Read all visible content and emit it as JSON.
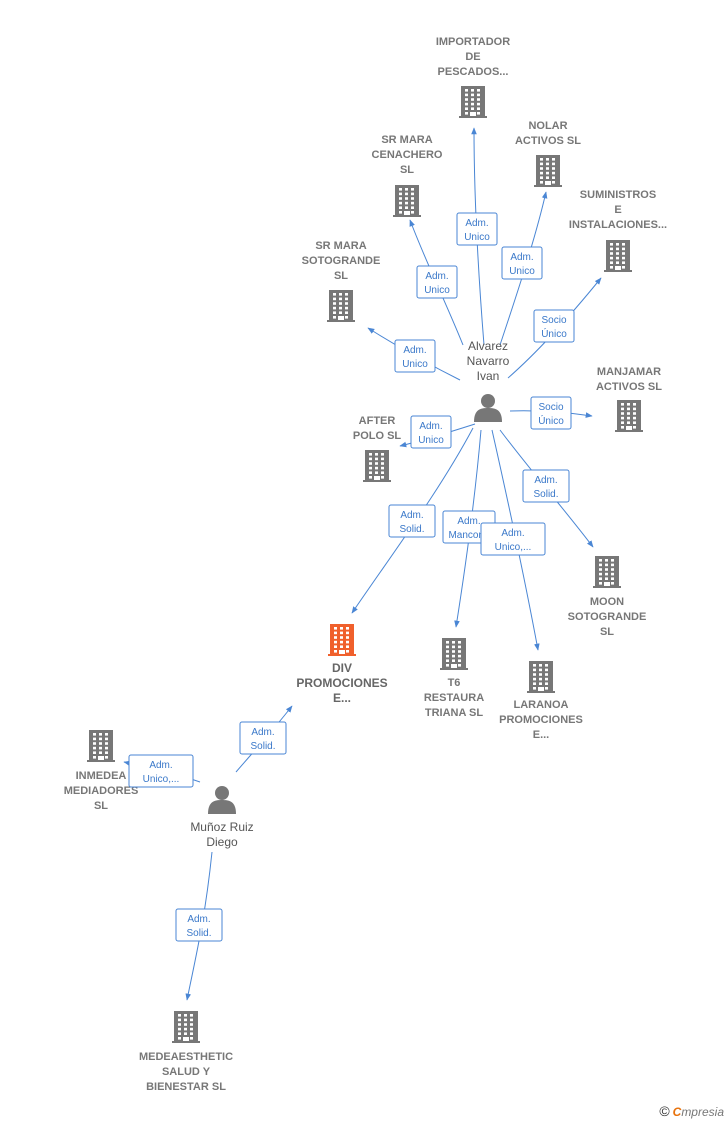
{
  "colors": {
    "building": "#777777",
    "focus_building": "#f0602c",
    "person": "#777777",
    "edge": "#4a86d4"
  },
  "nodes": [
    {
      "id": "importador",
      "kind": "company",
      "label": [
        "IMPORTADOR",
        "DE",
        "PESCADOS..."
      ]
    },
    {
      "id": "sr_cenachero",
      "kind": "company",
      "label": [
        "SR MARA",
        "CENACHERO",
        "SL"
      ]
    },
    {
      "id": "nolar",
      "kind": "company",
      "label": [
        "NOLAR",
        "ACTIVOS  SL"
      ]
    },
    {
      "id": "suministros",
      "kind": "company",
      "label": [
        "SUMINISTROS",
        "E",
        "INSTALACIONES..."
      ]
    },
    {
      "id": "sr_sotogrande",
      "kind": "company",
      "label": [
        "SR MARA",
        "SOTOGRANDE",
        "SL"
      ]
    },
    {
      "id": "alvarez",
      "kind": "person",
      "label": [
        "Alvarez",
        "Navarro",
        "Ivan"
      ]
    },
    {
      "id": "manjamar",
      "kind": "company",
      "label": [
        "MANJAMAR",
        "ACTIVOS  SL"
      ]
    },
    {
      "id": "after_polo",
      "kind": "company",
      "label": [
        "AFTER",
        "POLO  SL"
      ]
    },
    {
      "id": "moon",
      "kind": "company",
      "label": [
        "MOON",
        "SOTOGRANDE",
        "SL"
      ]
    },
    {
      "id": "div",
      "kind": "focus",
      "label": [
        "DIV",
        "PROMOCIONES",
        "E..."
      ]
    },
    {
      "id": "t6",
      "kind": "company",
      "label": [
        "T6",
        "RESTAURA",
        "TRIANA  SL"
      ]
    },
    {
      "id": "laranoa",
      "kind": "company",
      "label": [
        "LARANOA",
        "PROMOCIONES",
        "E..."
      ]
    },
    {
      "id": "inmedea",
      "kind": "company",
      "label": [
        "INMEDEA",
        "MEDIADORES",
        "SL"
      ]
    },
    {
      "id": "munoz",
      "kind": "person",
      "label": [
        "Muñoz Ruiz",
        "Diego"
      ]
    },
    {
      "id": "medeaesthetic",
      "kind": "company",
      "label": [
        "MEDEAESTHETIC",
        "SALUD Y",
        "BIENESTAR  SL"
      ]
    }
  ],
  "edges": [
    {
      "from": "alvarez",
      "to": "importador",
      "label": [
        "Adm.",
        "Unico"
      ]
    },
    {
      "from": "alvarez",
      "to": "sr_cenachero",
      "label": [
        "Adm.",
        "Unico"
      ]
    },
    {
      "from": "alvarez",
      "to": "nolar",
      "label": [
        "Adm.",
        "Unico"
      ]
    },
    {
      "from": "alvarez",
      "to": "suministros",
      "label": [
        "Socio",
        "Único"
      ]
    },
    {
      "from": "alvarez",
      "to": "sr_sotogrande",
      "label": [
        "Adm.",
        "Unico"
      ]
    },
    {
      "from": "alvarez",
      "to": "manjamar",
      "label": [
        "Socio",
        "Único"
      ]
    },
    {
      "from": "alvarez",
      "to": "after_polo",
      "label": [
        "Adm.",
        "Unico"
      ]
    },
    {
      "from": "alvarez",
      "to": "moon",
      "label": [
        "Adm.",
        "Solid."
      ]
    },
    {
      "from": "alvarez",
      "to": "div",
      "label": [
        "Adm.",
        "Solid."
      ]
    },
    {
      "from": "alvarez",
      "to": "t6",
      "label": [
        "Adm.",
        "Mancom."
      ]
    },
    {
      "from": "alvarez",
      "to": "laranoa",
      "label": [
        "Adm.",
        "Unico,..."
      ]
    },
    {
      "from": "munoz",
      "to": "div",
      "label": [
        "Adm.",
        "Solid."
      ]
    },
    {
      "from": "munoz",
      "to": "inmedea",
      "label": [
        "Adm.",
        "Unico,..."
      ]
    },
    {
      "from": "munoz",
      "to": "medeaesthetic",
      "label": [
        "Adm.",
        "Solid."
      ]
    }
  ],
  "brand": {
    "copyright": "©",
    "initial": "C",
    "name": "mpresia"
  }
}
